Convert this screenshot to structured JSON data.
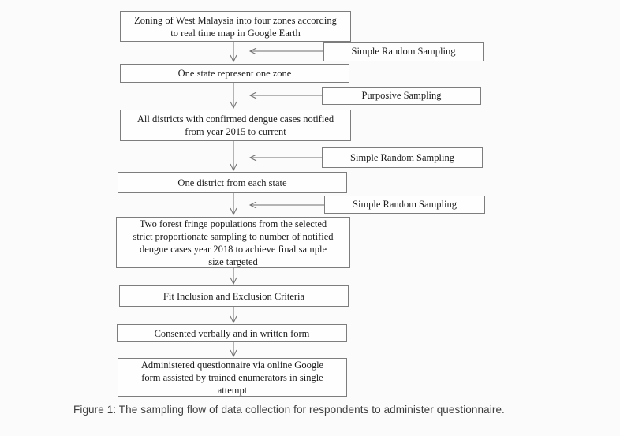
{
  "figure": {
    "caption": "Figure 1: The sampling flow of data collection for respondents to administer questionnaire."
  },
  "flowchart": {
    "main_boxes": [
      {
        "id": "zoning",
        "text": "Zoning of West Malaysia into four zones according\nto real time map in Google Earth"
      },
      {
        "id": "one-state",
        "text": "One state represent one zone"
      },
      {
        "id": "districts",
        "text": "All districts with confirmed dengue cases notified\nfrom year 2015 to current"
      },
      {
        "id": "one-district",
        "text": "One district from each state"
      },
      {
        "id": "forest-fringe",
        "text": "Two forest fringe populations from the selected\nstrict proportionate sampling to number of notified\ndengue cases year 2018 to achieve final sample\nsize targeted"
      },
      {
        "id": "criteria",
        "text": "Fit Inclusion and Exclusion Criteria"
      },
      {
        "id": "consent",
        "text": "Consented verbally and in written form"
      },
      {
        "id": "questionnaire",
        "text": "Administered questionnaire via online Google\nform assisted by trained enumerators in single\nattempt"
      }
    ],
    "side_boxes": [
      {
        "id": "srs-1",
        "text": "Simple Random Sampling"
      },
      {
        "id": "purposive",
        "text": "Purposive Sampling"
      },
      {
        "id": "srs-2",
        "text": "Simple Random Sampling"
      },
      {
        "id": "srs-3",
        "text": "Simple Random Sampling"
      }
    ],
    "colors": {
      "box_border": "#7d7d7d",
      "arrow_stroke": "#6e6e6e",
      "text": "#1c1c1c",
      "caption_text": "#3d3d3d",
      "background": "#fbfbfb"
    }
  }
}
